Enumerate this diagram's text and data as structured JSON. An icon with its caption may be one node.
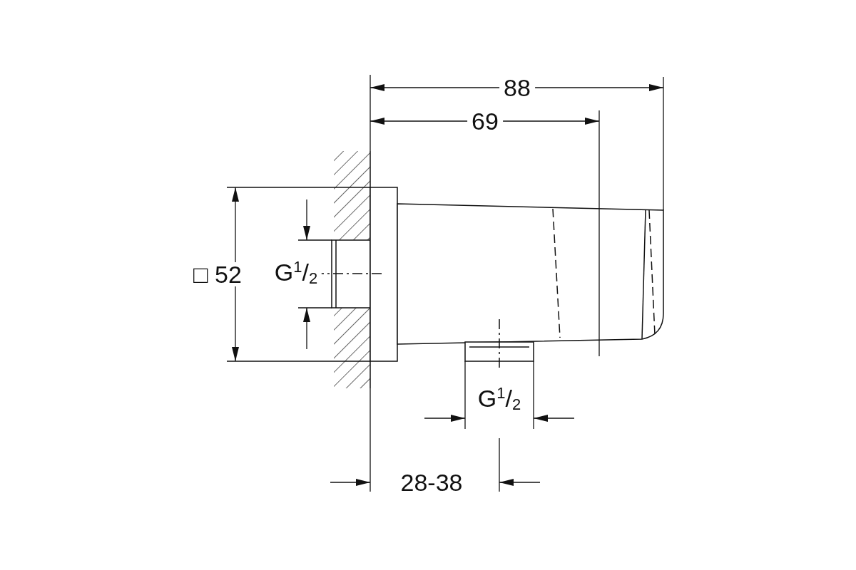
{
  "diagram": {
    "labels": [
      "88",
      "69",
      "□ 52",
      "G$^{1}$/$_{2}$",
      "G$^{1}$/$_{2}$",
      "28-38"
    ]
  }
}
